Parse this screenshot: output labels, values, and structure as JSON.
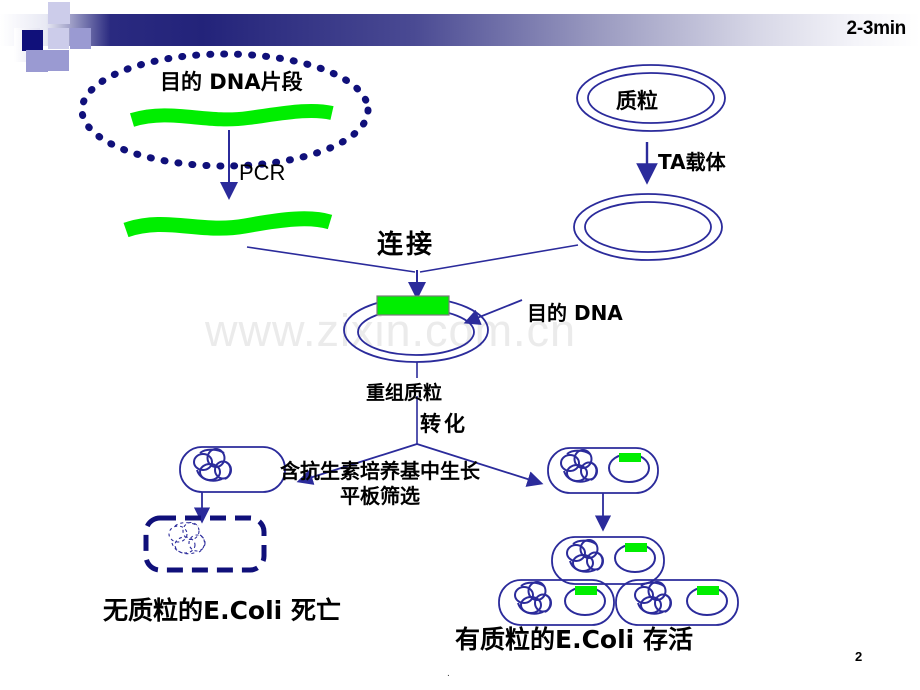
{
  "header": {
    "timing_label": "2-3min"
  },
  "watermark": {
    "text": "www.zixin.com.cn"
  },
  "page": {
    "number": "2",
    "footer_mark": "."
  },
  "colors": {
    "navy": "#2B2B9B",
    "navy_dark": "#10107A",
    "green": "#00EE00",
    "green_bright": "#00FF00",
    "black": "#000000",
    "watermark_gray": "#EBEBEB",
    "header_gradient_start": "#2A2A80",
    "header_gradient_end": "#FFFFFF"
  },
  "diagram": {
    "title_flow": "Molecular cloning workflow",
    "steps": [
      {
        "id": "target-dna-fragment",
        "label": "目的 DNA片段",
        "shape": "dotted-ellipse",
        "contains": "green-dna-band"
      },
      {
        "id": "pcr",
        "label": "PCR",
        "shape": "arrow-down"
      },
      {
        "id": "amplified-dna",
        "label": "",
        "shape": "green-wavy-band"
      },
      {
        "id": "plasmid",
        "label": "质粒",
        "shape": "double-ellipse"
      },
      {
        "id": "ta-vector",
        "label": "TA载体",
        "shape": "arrow-down"
      },
      {
        "id": "linearized-vector",
        "label": "",
        "shape": "double-ellipse-empty"
      },
      {
        "id": "ligation",
        "label": "连接",
        "shape": "converging-arrows"
      },
      {
        "id": "recombinant-plasmid",
        "label": "重组质粒",
        "shape": "double-ellipse-with-insert"
      },
      {
        "id": "insert-callout",
        "label": "目的 DNA",
        "shape": "callout-arrow"
      },
      {
        "id": "transformation",
        "label": "转化",
        "shape": "diverging-arrows"
      },
      {
        "id": "selection-medium",
        "label": "含抗生素培养基中生长\n平板筛选",
        "shape": "text-block"
      },
      {
        "id": "cell-no-plasmid",
        "label": "",
        "shape": "rounded-cell-solid"
      },
      {
        "id": "cell-dying",
        "label": "",
        "shape": "rounded-cell-dashed"
      },
      {
        "id": "cell-with-plasmid",
        "label": "",
        "shape": "rounded-cell-with-plasmid"
      },
      {
        "id": "outcome-dead",
        "label": "无质粒的E.Coli 死亡",
        "shape": "text-label"
      },
      {
        "id": "outcome-alive",
        "label": "有质粒的E.Coli 存活",
        "shape": "text-label"
      }
    ]
  }
}
